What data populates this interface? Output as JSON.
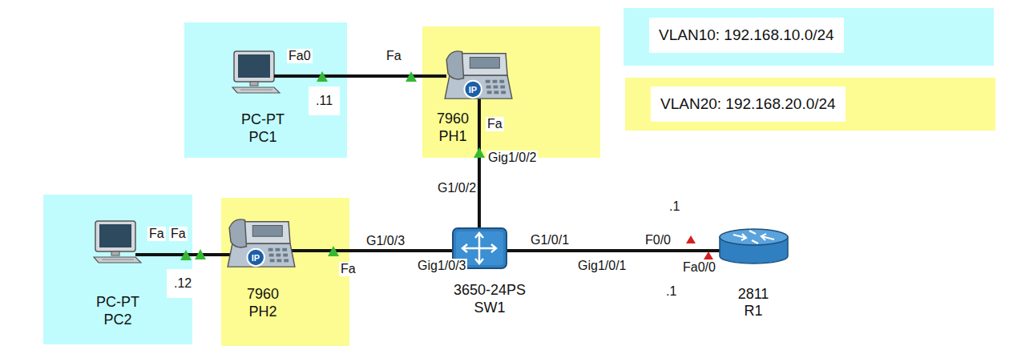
{
  "diagram": {
    "nodes": [
      {
        "text": [
          "PC-PT",
          "PC1"
        ]
      },
      {
        "text": [
          "7960",
          "PH1"
        ]
      },
      {
        "text": [
          "PC-PT",
          "PC2"
        ]
      },
      {
        "text": [
          "7960",
          "PH2"
        ]
      },
      {
        "text": [
          "3650-24PS",
          "SW1"
        ]
      },
      {
        "text": [
          "2811",
          "R1"
        ]
      }
    ],
    "edges": [
      {
        "from": 0,
        "to": 1,
        "arrow": "none"
      },
      {
        "from": 1,
        "to": 4,
        "arrow": "none"
      },
      {
        "from": 2,
        "to": 3,
        "arrow": "none"
      },
      {
        "from": 3,
        "to": 4,
        "arrow": "none"
      },
      {
        "from": 4,
        "to": 5,
        "arrow": "none"
      }
    ],
    "labels": [
      "Fa0",
      "Fa",
      ".11",
      "Fa",
      "Gig1/0/2",
      "G1/0/2",
      "Fa",
      "Fa",
      ".12",
      "Fa",
      "G1/0/3",
      "Gig1/0/3",
      "G1/0/1",
      "Gig1/0/1",
      "F0/0",
      ".1",
      "Fa0/0",
      ".1",
      "IP",
      "IP"
    ],
    "legend": [
      {
        "text": "VLAN10: 192.168.10.0/24",
        "color": "#c0fcfd"
      },
      {
        "text": "VLAN20: 192.168.20.0/24",
        "color": "#fcfc92"
      }
    ]
  }
}
